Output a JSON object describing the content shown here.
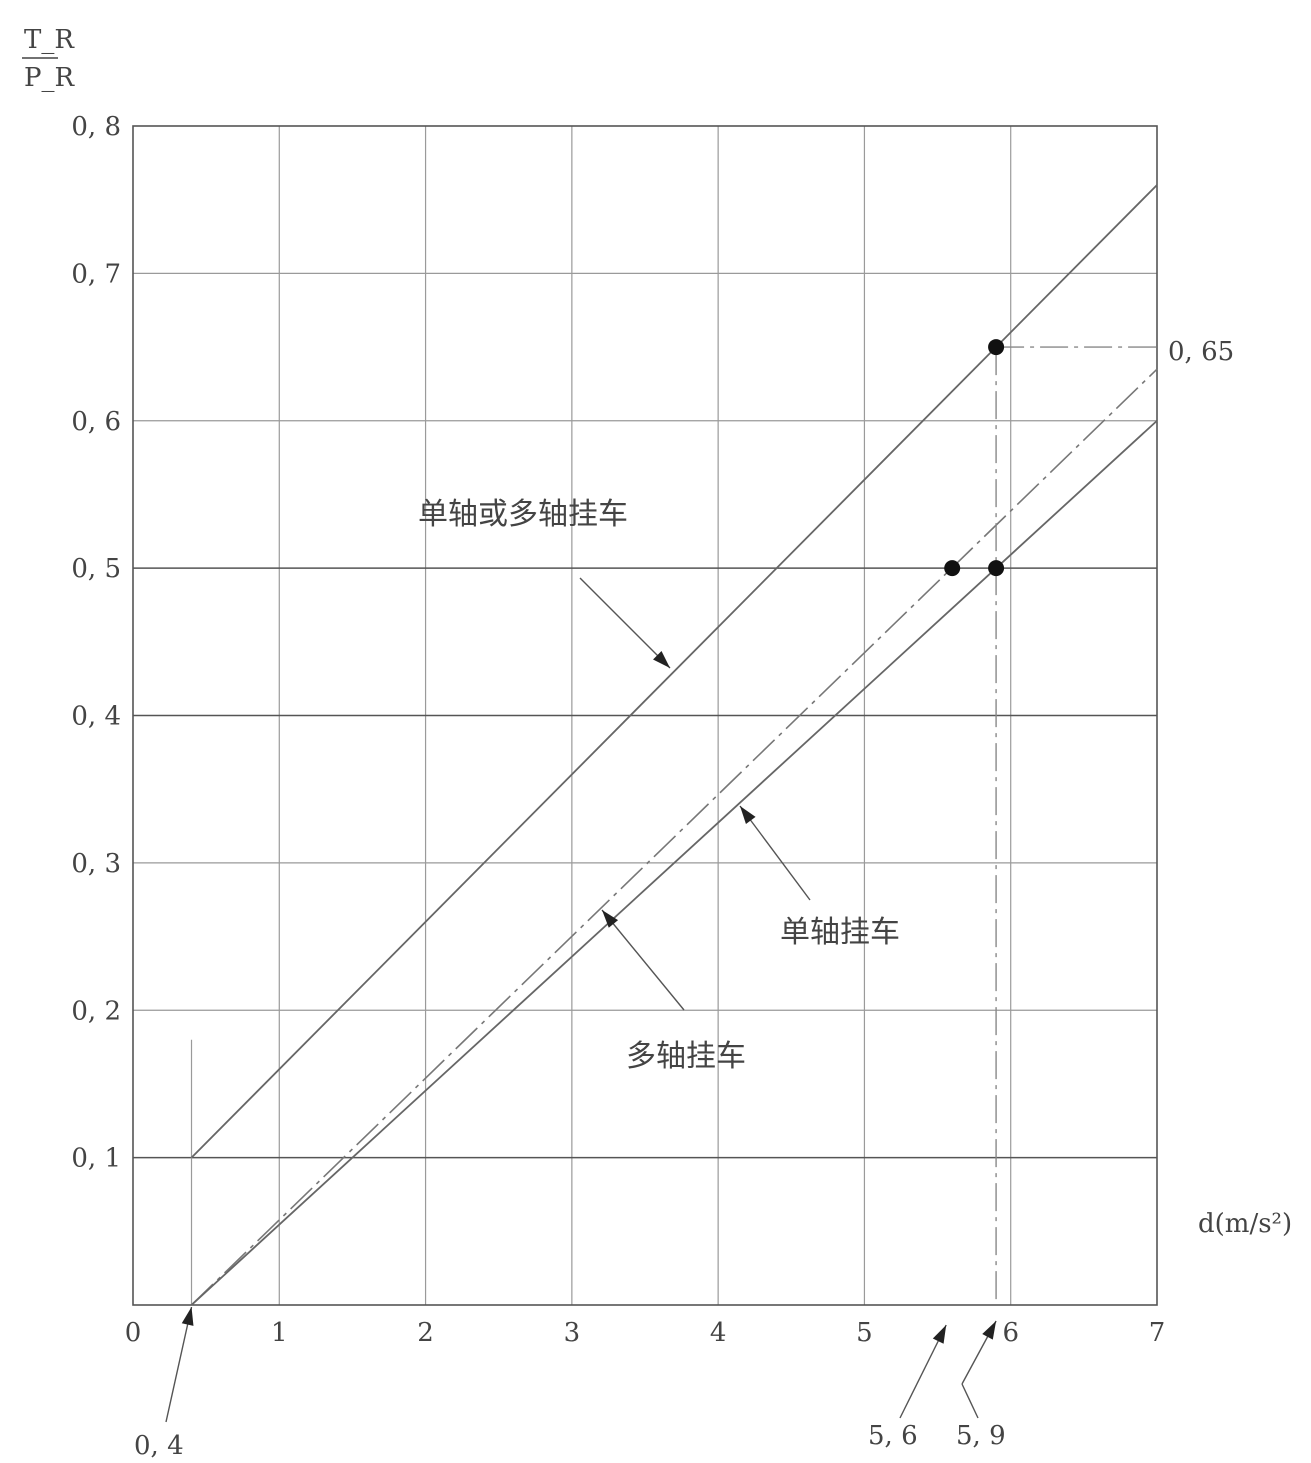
{
  "chart_data": {
    "type": "line",
    "ylabel_top": "T_R",
    "ylabel_bottom": "P_R",
    "xlabel": "d(m/s²)",
    "xlim": [
      0,
      7
    ],
    "ylim": [
      0,
      0.8
    ],
    "x_ticks": [
      {
        "value": 0,
        "label": "0"
      },
      {
        "value": 1,
        "label": "1"
      },
      {
        "value": 2,
        "label": "2"
      },
      {
        "value": 3,
        "label": "3"
      },
      {
        "value": 4,
        "label": "4"
      },
      {
        "value": 5,
        "label": "5"
      },
      {
        "value": 6,
        "label": "6"
      },
      {
        "value": 7,
        "label": "7"
      }
    ],
    "y_ticks": [
      {
        "value": 0.1,
        "label": "0, 1"
      },
      {
        "value": 0.2,
        "label": "0, 2"
      },
      {
        "value": 0.3,
        "label": "0, 3"
      },
      {
        "value": 0.4,
        "label": "0, 4"
      },
      {
        "value": 0.5,
        "label": "0, 5"
      },
      {
        "value": 0.6,
        "label": "0, 6"
      },
      {
        "value": 0.7,
        "label": "0, 7"
      },
      {
        "value": 0.8,
        "label": "0, 8"
      }
    ],
    "grid": true,
    "series": [
      {
        "name": "单轴或多轴挂车",
        "style": "solid",
        "x": [
          0.4,
          7.0
        ],
        "y": [
          0.1,
          0.76
        ]
      },
      {
        "name": "多轴挂车",
        "style": "dashdot",
        "x": [
          0.4,
          7.0
        ],
        "y": [
          0.0,
          0.635
        ]
      },
      {
        "name": "单轴挂车",
        "style": "solid",
        "x": [
          0.4,
          7.0
        ],
        "y": [
          0.0,
          0.6
        ]
      }
    ],
    "points": [
      {
        "x": 5.9,
        "y": 0.65
      },
      {
        "x": 5.6,
        "y": 0.5
      },
      {
        "x": 5.9,
        "y": 0.5
      }
    ],
    "annotations": {
      "value_065": "0, 65",
      "value_04": "0, 4",
      "value_56": "5, 6",
      "value_59": "5, 9"
    }
  }
}
